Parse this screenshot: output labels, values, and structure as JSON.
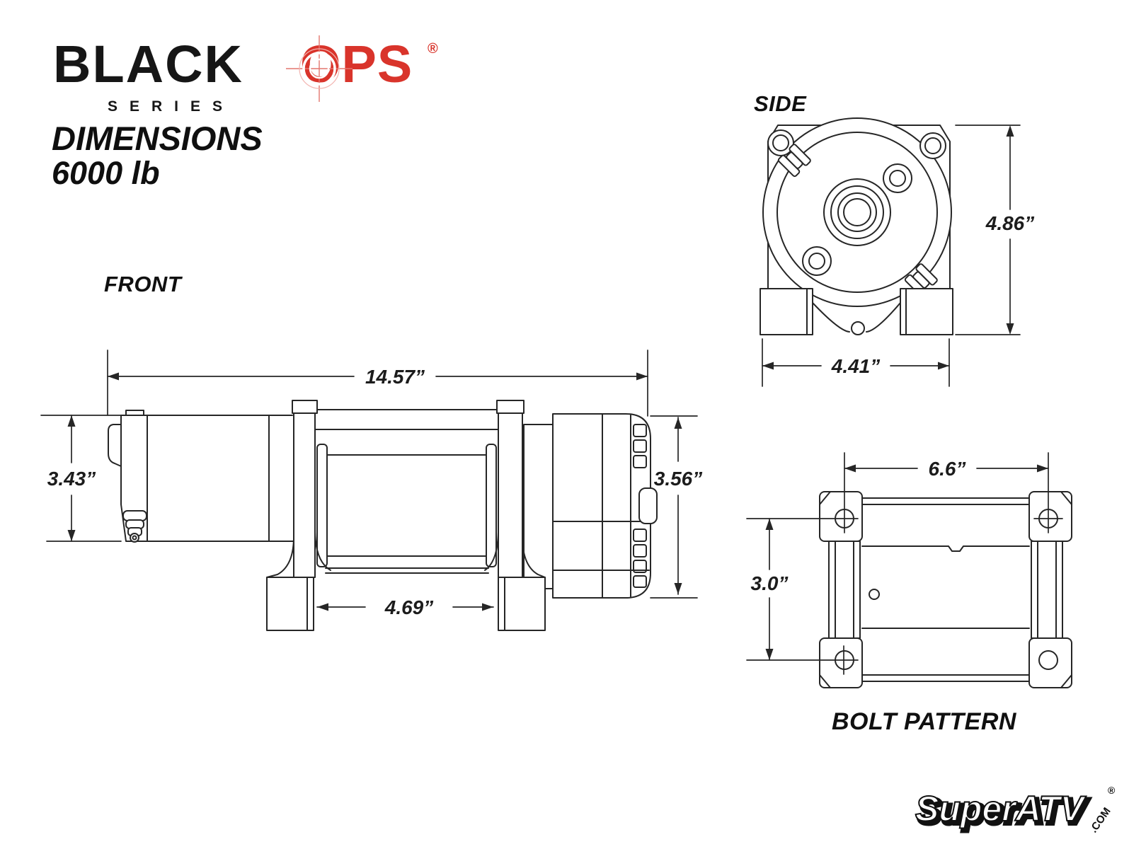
{
  "brand": {
    "black": "BLACK",
    "ops": "OPS",
    "registered": "®",
    "series": "SERIES"
  },
  "title": {
    "line1": "DIMENSIONS",
    "line2": "6000 lb"
  },
  "views": {
    "front": {
      "label": "FRONT",
      "dim_overall_width": "14.57”",
      "dim_motor_height": "3.43”",
      "dim_drum_width": "4.69”",
      "dim_gear_height": "3.56”"
    },
    "side": {
      "label": "SIDE",
      "dim_height": "4.86”",
      "dim_width": "4.41”"
    },
    "bolt": {
      "label": "BOLT PATTERN",
      "dim_width": "6.6”",
      "dim_height": "3.0”"
    }
  },
  "footer": {
    "brand": "SuperATV",
    "domain": ".COM",
    "registered": "®"
  },
  "colors": {
    "accent_red": "#d9342b",
    "line_dark": "#262626"
  }
}
